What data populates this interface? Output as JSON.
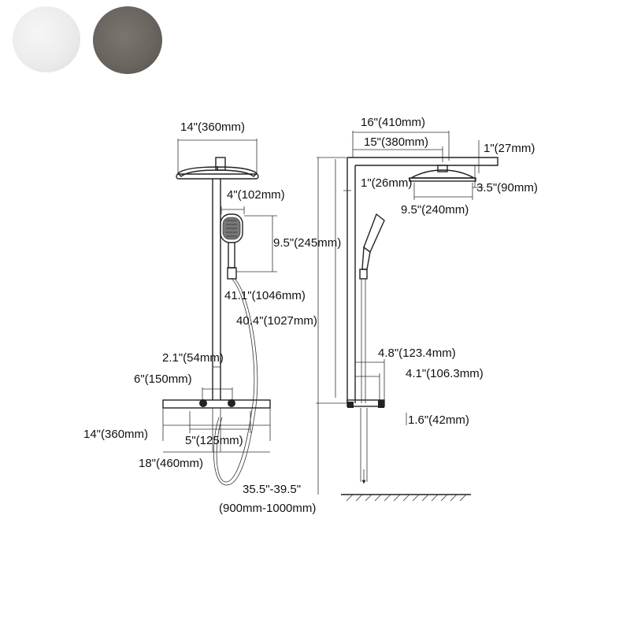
{
  "finish_swatches": [
    {
      "name": "white",
      "color": "#ececec"
    },
    {
      "name": "gunmetal",
      "color": "#6a655f"
    }
  ],
  "front_view": {
    "head_width": "14\"(360mm)",
    "handset_width": "4\"(102mm)",
    "handset_height": "9.5\"(245mm)",
    "height_to_head": "41.1\"(1046mm)",
    "pipe_height": "40.4\"(1027mm)",
    "valve_diameter": "2.1\"(54mm)",
    "valve_spacing": "6\"(150mm)",
    "shelf_width": "14\"(360mm)",
    "inlet_spacing": "5\"(125mm)",
    "overall_width": "18\"(460mm)"
  },
  "side_view": {
    "arm_length": "16\"(410mm)",
    "arm_to_head": "15\"(380mm)",
    "head_thickness": "1\"(27mm)",
    "arm_thickness": "1\"(26mm)",
    "head_drop": "3.5\"(90mm)",
    "head_diameter": "9.5\"(240mm)",
    "shelf_depth": "4.8\"(123.4mm)",
    "valve_depth": "4.1\"(106.3mm)",
    "outlet_offset": "1.6\"(42mm)",
    "install_height": "35.5\"-39.5\"",
    "install_height_mm": "(900mm-1000mm)"
  }
}
